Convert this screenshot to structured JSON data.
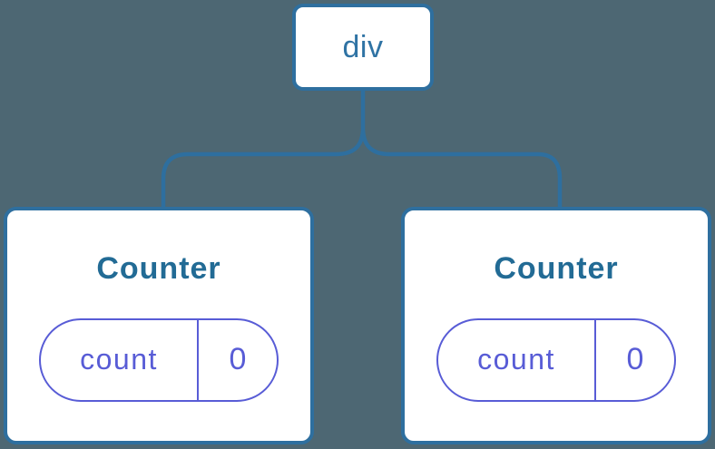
{
  "diagram": {
    "root": {
      "label": "div"
    },
    "children": [
      {
        "title": "Counter",
        "state": {
          "label": "count",
          "value": "0"
        }
      },
      {
        "title": "Counter",
        "state": {
          "label": "count",
          "value": "0"
        }
      }
    ]
  },
  "colors": {
    "background": "#4D6773",
    "connector": "#2E6F9F",
    "card_bg": "#FFFFFF",
    "root_text": "#2F73A4",
    "title_text": "#226B95",
    "state_accent": "#585CD6"
  }
}
